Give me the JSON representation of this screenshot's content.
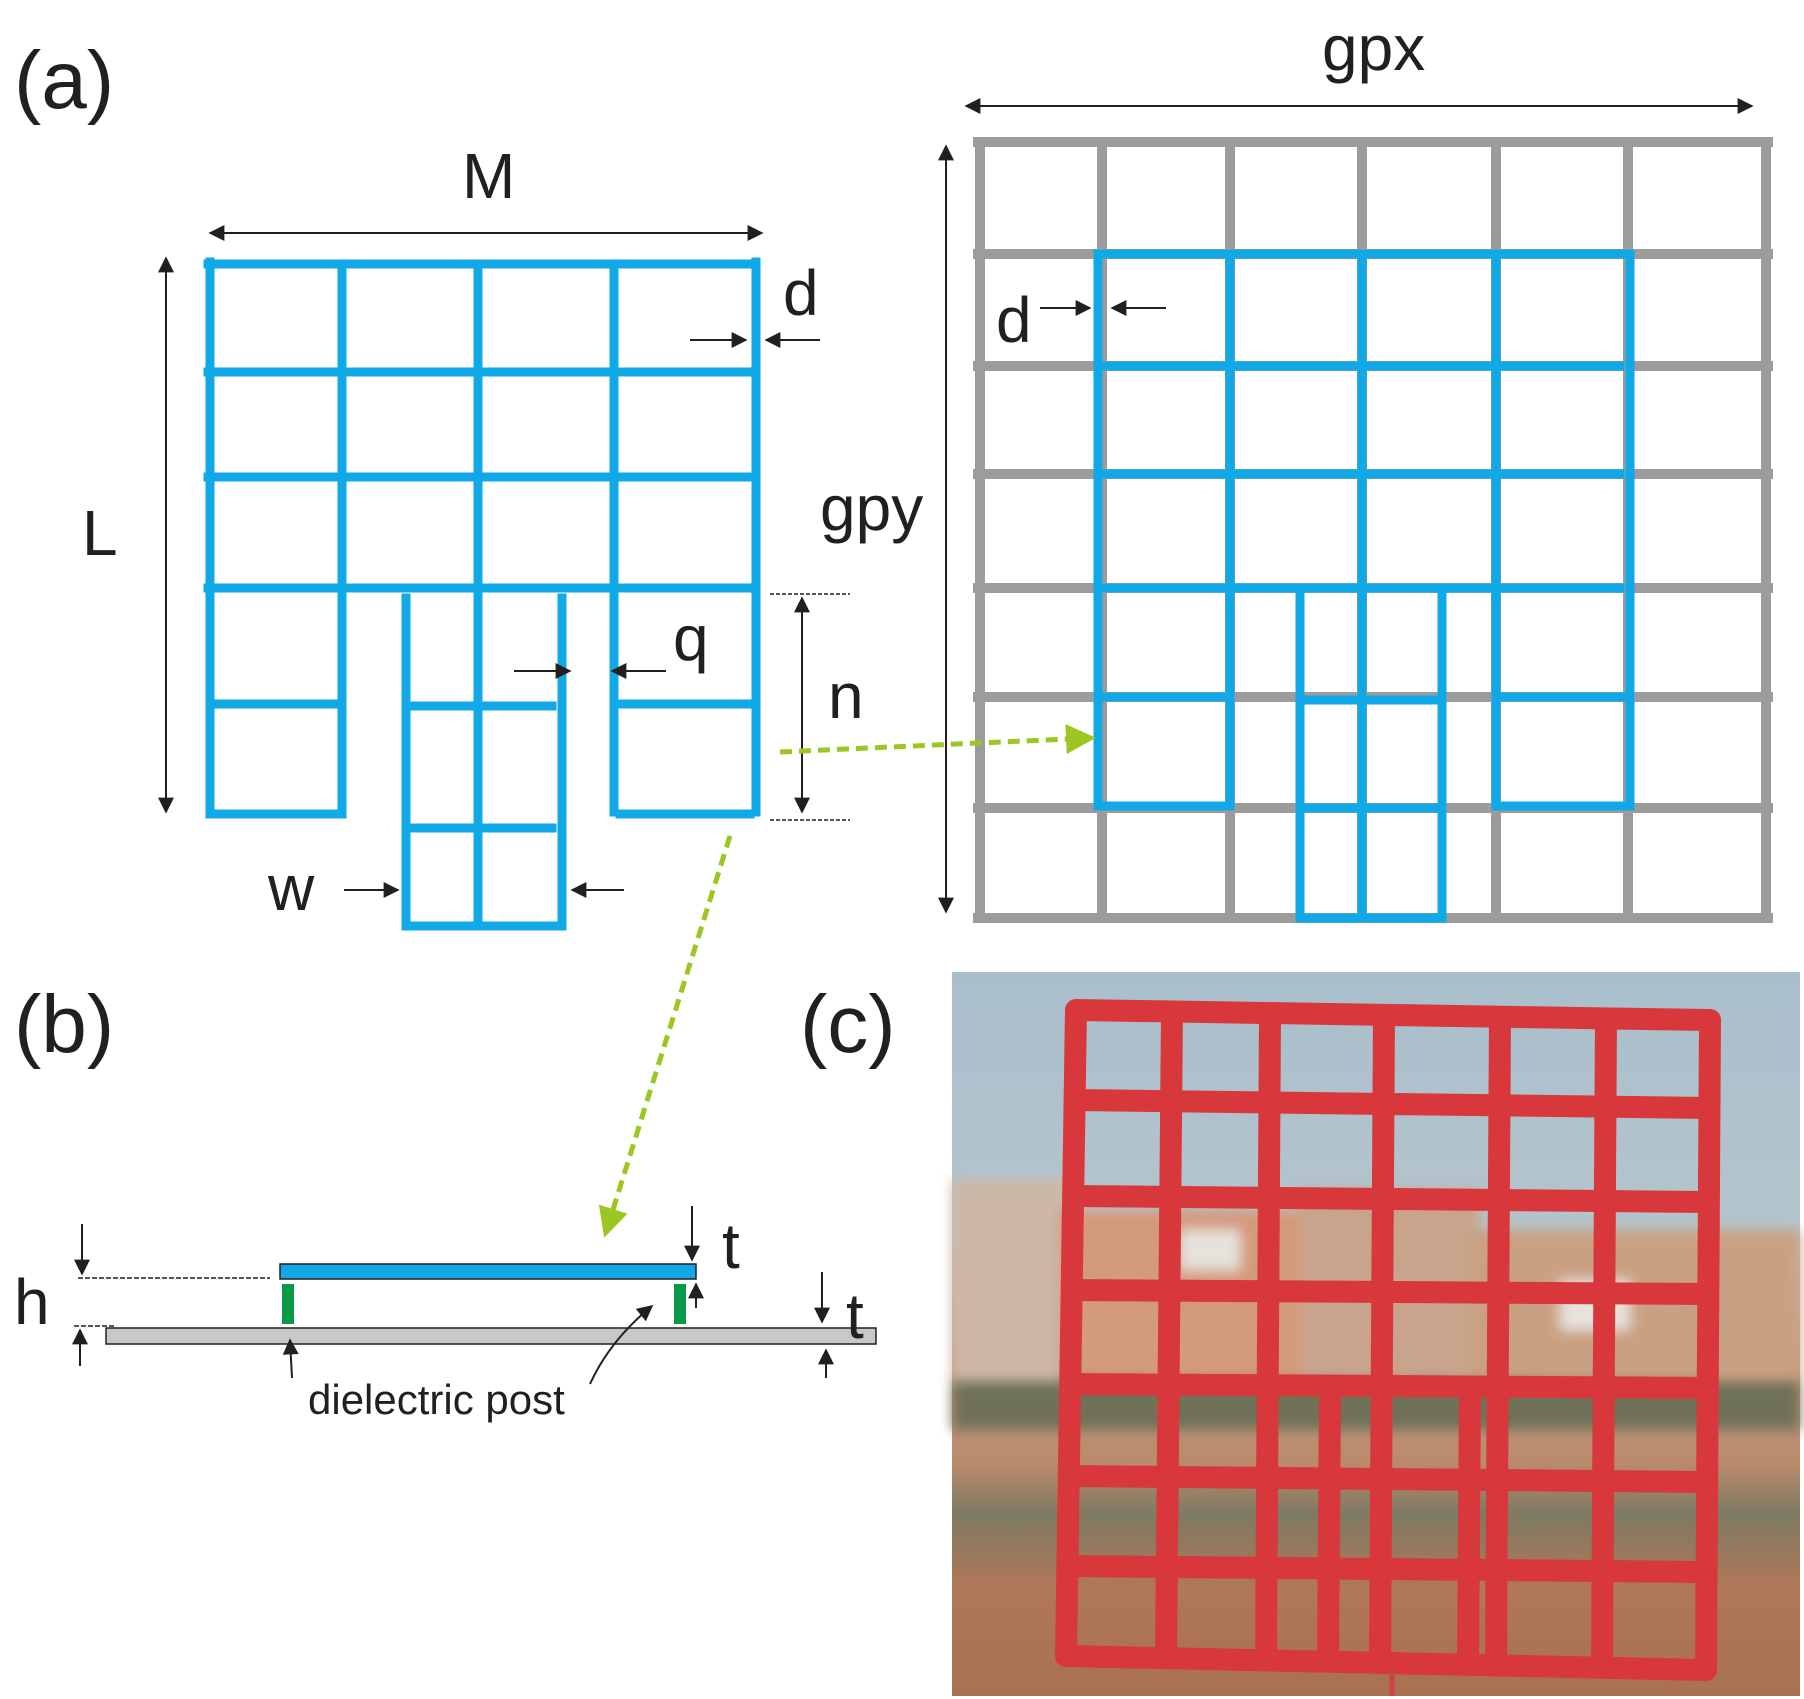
{
  "panel_labels": {
    "a": "(a)",
    "b": "(b)",
    "c": "(c)"
  },
  "dimension_labels": {
    "M": "M",
    "L": "L",
    "d_left": "d",
    "q": "q",
    "n": "n",
    "w": "w",
    "gpx": "gpx",
    "gpy": "gpy",
    "d_right": "d",
    "h": "h",
    "t_top": "t",
    "t_bottom": "t"
  },
  "annotation": {
    "dielectric_post": "dielectric post"
  },
  "colors": {
    "resonator": "#10a8e6",
    "ground_grid": "#9c9c9c",
    "ground_plane": "#c8c8c8",
    "post": "#0a9a4a",
    "guide_arrow": "#9cc722",
    "printed_part": "#d8383c",
    "ink": "#231f20"
  },
  "photo": {
    "description_icon": "photo-3d-printed-grid-icon"
  }
}
